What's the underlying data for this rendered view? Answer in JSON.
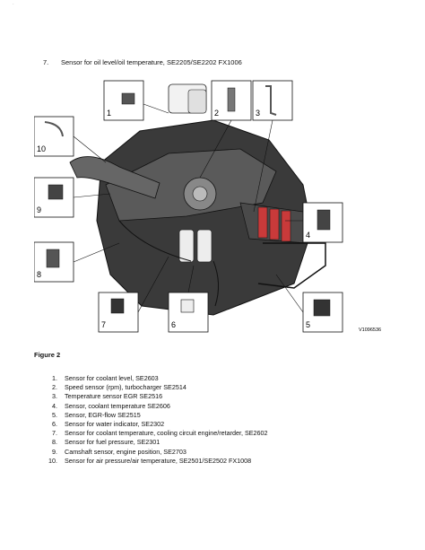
{
  "header_mark": "·",
  "top_item": {
    "number": "7.",
    "text": "Sensor for oil level/oil temperature, SE2205/SE2202 FX1006"
  },
  "figure": {
    "callouts": [
      "1",
      "2",
      "3",
      "4",
      "5",
      "6",
      "7",
      "8",
      "9",
      "10"
    ],
    "image_code": "V1096536"
  },
  "figure_caption": "Figure 2",
  "legend": [
    {
      "number": "1.",
      "text": "Sensor for coolant level, SE2603"
    },
    {
      "number": "2.",
      "text": "Speed sensor (rpm), turbocharger SE2514"
    },
    {
      "number": "3.",
      "text": "Temperature sensor EGR SE2516"
    },
    {
      "number": "4.",
      "text": "Sensor, coolant temperature SE2606"
    },
    {
      "number": "5.",
      "text": "Sensor, EGR-flow SE2515"
    },
    {
      "number": "6.",
      "text": "Sensor for water indicator, SE2302"
    },
    {
      "number": "7.",
      "text": "Sensor for coolant temperature, cooling circuit engine/retarder, SE2602"
    },
    {
      "number": "8.",
      "text": "Sensor for fuel pressure, SE2301"
    },
    {
      "number": "9.",
      "text": "Camshaft sensor, engine position, SE2703"
    },
    {
      "number": "10.",
      "text": "Sensor for air pressure/air temperature, SE2501/SE2502 FX1008"
    }
  ]
}
